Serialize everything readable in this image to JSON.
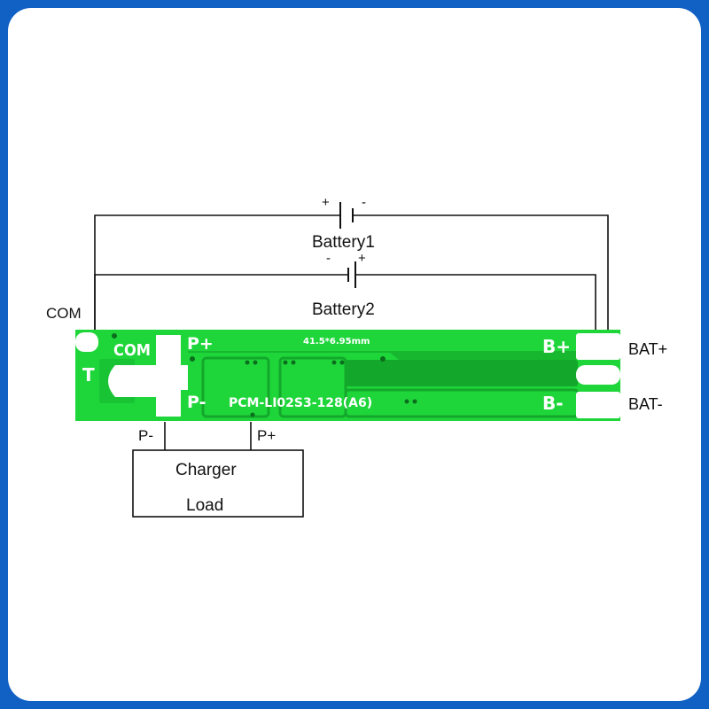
{
  "labels": {
    "com_wire": "COM",
    "battery1": "Battery1",
    "battery1_plus": "+",
    "battery1_minus": "-",
    "battery2": "Battery2",
    "battery2_minus": "-",
    "battery2_plus": "+",
    "bat_plus": "BAT+",
    "bat_minus": "BAT-",
    "p_minus_wire": "P-",
    "p_plus_wire": "P+",
    "charger": "Charger",
    "load": "Load"
  },
  "pcb": {
    "com": "COM",
    "t": "T",
    "p_plus": "P+",
    "p_minus": "P-",
    "b_plus": "B+",
    "b_minus": "B-",
    "dimensions": "41.5*6.95mm",
    "model": "PCM-LI02S3-128(A6)"
  },
  "colors": {
    "frame": "#1160c4",
    "pcb_green": "#1fd63a",
    "pcb_dark": "#12a82a",
    "pad": "#ffffff"
  }
}
